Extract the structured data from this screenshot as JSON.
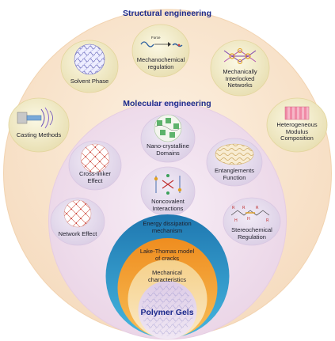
{
  "titles": {
    "structural": "Structural engineering",
    "molecular": "Molecular engineering",
    "center": "Polymer Gels"
  },
  "structural_items": {
    "solvent_phase": "Solvent Phase",
    "mechanochemical": "Mechanochemical\nregulation",
    "mechanochemical_force": "Force",
    "interlocked": "Mechanically\nInterlocked\nNetworks",
    "casting": "Casting Methods",
    "heterogeneous": "Heterogeneous\nModulus\nComposition"
  },
  "molecular_items": {
    "nanocrystalline": "Nano-crystalline\nDomains",
    "crosslinker": "Cross-linker\nEffect",
    "entanglements": "Entanglements\nFunction",
    "noncovalent": "Noncovalent\nInteractions",
    "network": "Network Effect",
    "stereochemical": "Stereochemical\nRegulation"
  },
  "core_rings": {
    "energy": "Energy dissipation\nmechanism",
    "lake_thomas": "Lake-Thomas model\nof cracks",
    "mechanical": "Mechanical\ncharacteristics"
  },
  "colors": {
    "outer_circle": "#f9e6cf",
    "inner_circle": "#f3e4f1",
    "blue_ring": "#2b93c4",
    "orange_ring": "#f3a033",
    "yellow_ring": "#f7dca8",
    "lavender_core": "#e3d3ea",
    "title_blue": "#1c2a8c",
    "bubble_fill": "#f4eec4"
  }
}
